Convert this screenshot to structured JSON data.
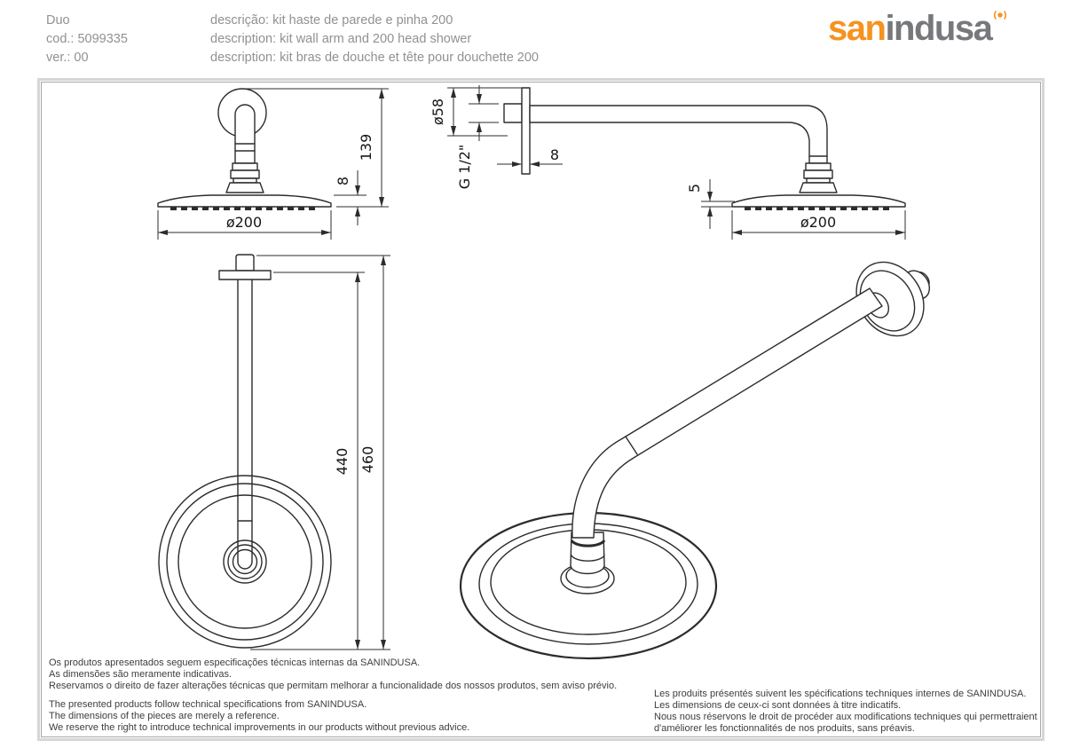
{
  "header": {
    "product_name": "Duo",
    "product_code": "cod.: 5099335",
    "product_version": "ver.: 00",
    "description_pt": "descrição: kit haste de parede e pinha 200",
    "description_en": "description: kit wall arm and 200 head shower",
    "description_fr": "description: kit bras de douche et tête pour douchette 200",
    "logo": {
      "prefix": "san",
      "suffix": "indusa"
    }
  },
  "colors": {
    "logo_orange": "#F6921E",
    "logo_gray": "#77787B",
    "header_text": "#8F9193",
    "drawing_line": "#2C2C2C",
    "frame_outer": "#D6D6D6",
    "frame_inner": "#A8A8A8"
  },
  "drawings": {
    "front_view": {
      "dim_height": "139",
      "dim_head_thickness": "8",
      "dim_head_diameter": "ø200"
    },
    "side_view": {
      "dim_flange_diameter": "ø58",
      "dim_thread": "G 1/2\"",
      "dim_flange_thickness": "8",
      "dim_head_thickness": "5",
      "dim_head_diameter": "ø200"
    },
    "plan_view": {
      "dim_arm_length": "440",
      "dim_total_length": "460"
    }
  },
  "footer": {
    "pt": [
      "Os produtos apresentados seguem especificações técnicas internas da SANINDUSA.",
      "As dimensões são meramente indicativas.",
      "Reservamos o direito de fazer alterações técnicas que permitam melhorar a funcionalidade dos nossos produtos, sem aviso prévio."
    ],
    "en": [
      "The presented products follow technical specifications from SANINDUSA.",
      "The dimensions of the pieces are merely a reference.",
      "We reserve the right to introduce technical improvements in our products without previous advice."
    ],
    "fr": [
      "Les produits présentés suivent les spécifications techniques internes de SANINDUSA.",
      "Les dimensions de ceux-ci sont données à titre indicatifs.",
      "Nous nous réservons le droit de procéder aux modifications techniques qui permettraient",
      "d'améliorer les fonctionnalités de nos produits, sans préavis."
    ]
  }
}
